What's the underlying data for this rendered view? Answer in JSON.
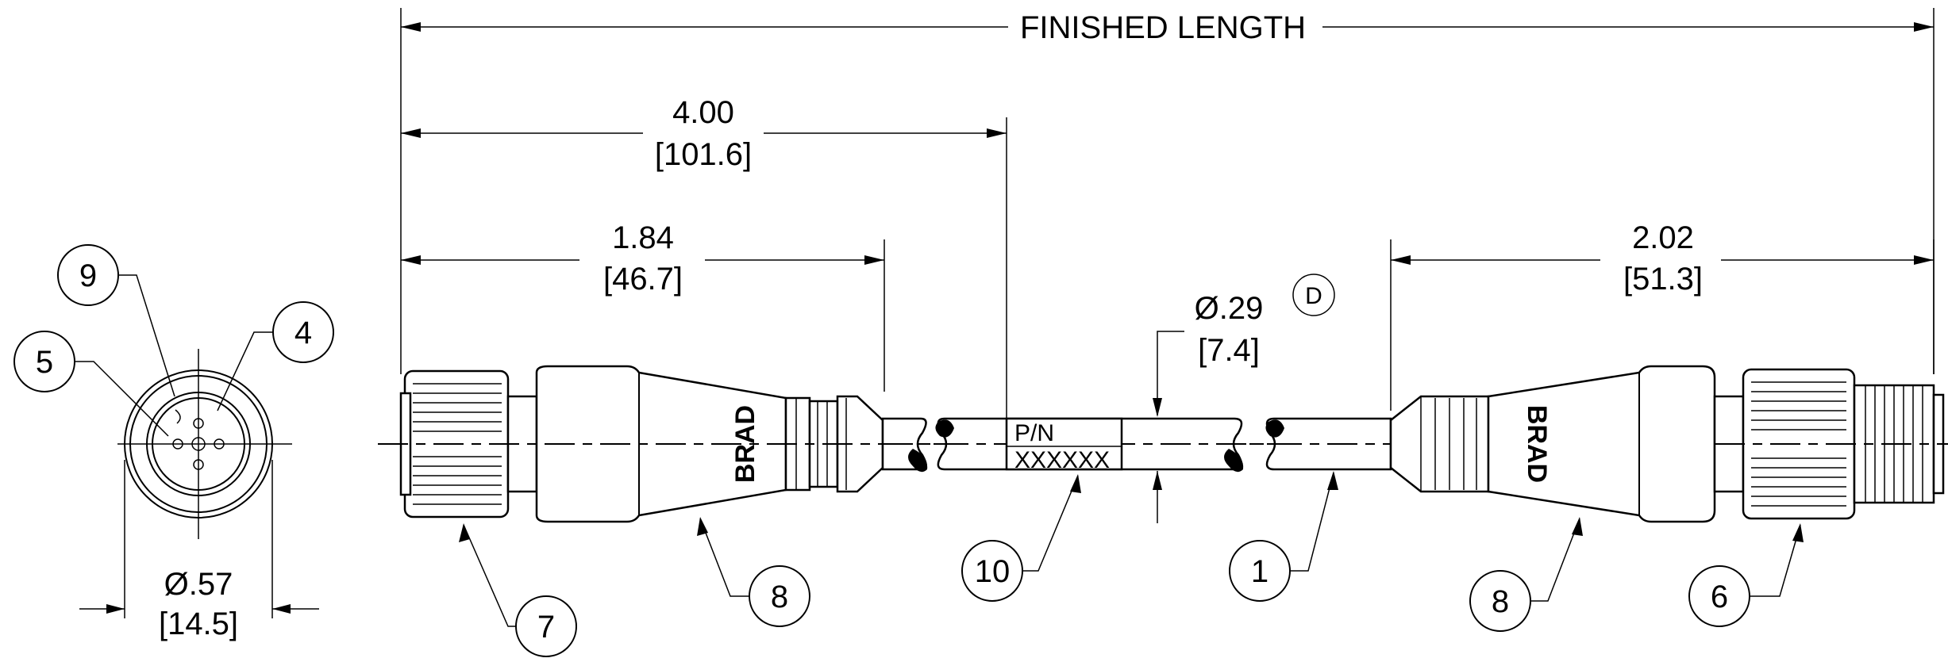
{
  "drawing": {
    "finished_length_label": "FINISHED LENGTH",
    "dim_overall_female": {
      "inches": "4.00",
      "mm": "[101.6]"
    },
    "dim_female_body": {
      "inches": "1.84",
      "mm": "[46.7]"
    },
    "dim_male_body": {
      "inches": "2.02",
      "mm": "[51.3]"
    },
    "dim_cable_diameter": {
      "inches": "Ø.29",
      "mm": "[7.4]"
    },
    "dim_face_diameter": {
      "inches": "Ø.57",
      "mm": "[14.5]"
    },
    "revision_mark": "D",
    "part_number_label": "P/N",
    "part_number_value": "XXXXXX",
    "brand_mark": "BRAD",
    "balloons": {
      "cable": "1",
      "pin_contact_4": "4",
      "pin_contact_5": "5",
      "male_coupling_nut": "6",
      "female_coupling_nut": "7",
      "molded_body_left": "8",
      "molded_body_right": "8",
      "keyway": "9",
      "label": "10"
    }
  }
}
